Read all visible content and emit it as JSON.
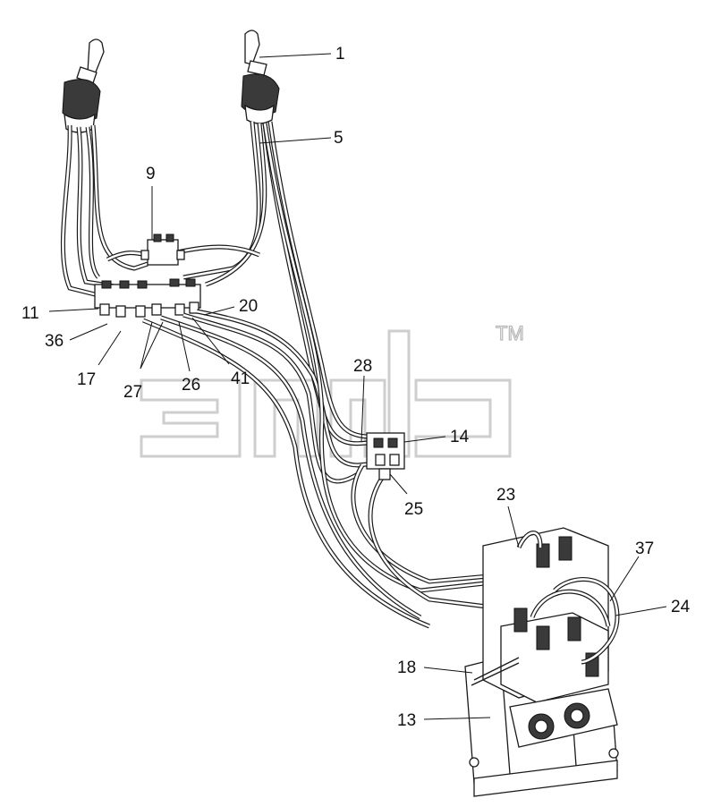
{
  "watermark": {
    "text": "элф",
    "mark": "TM"
  },
  "callouts": [
    {
      "id": "c1",
      "label": "1"
    },
    {
      "id": "c5",
      "label": "5"
    },
    {
      "id": "c9",
      "label": "9"
    },
    {
      "id": "c11",
      "label": "11"
    },
    {
      "id": "c20",
      "label": "20"
    },
    {
      "id": "c36",
      "label": "36"
    },
    {
      "id": "c17",
      "label": "17"
    },
    {
      "id": "c27",
      "label": "27"
    },
    {
      "id": "c26",
      "label": "26"
    },
    {
      "id": "c41",
      "label": "41"
    },
    {
      "id": "c28",
      "label": "28"
    },
    {
      "id": "c14",
      "label": "14"
    },
    {
      "id": "c25",
      "label": "25"
    },
    {
      "id": "c23",
      "label": "23"
    },
    {
      "id": "c37",
      "label": "37"
    },
    {
      "id": "c24",
      "label": "24"
    },
    {
      "id": "c18",
      "label": "18"
    },
    {
      "id": "c13",
      "label": "13"
    }
  ]
}
